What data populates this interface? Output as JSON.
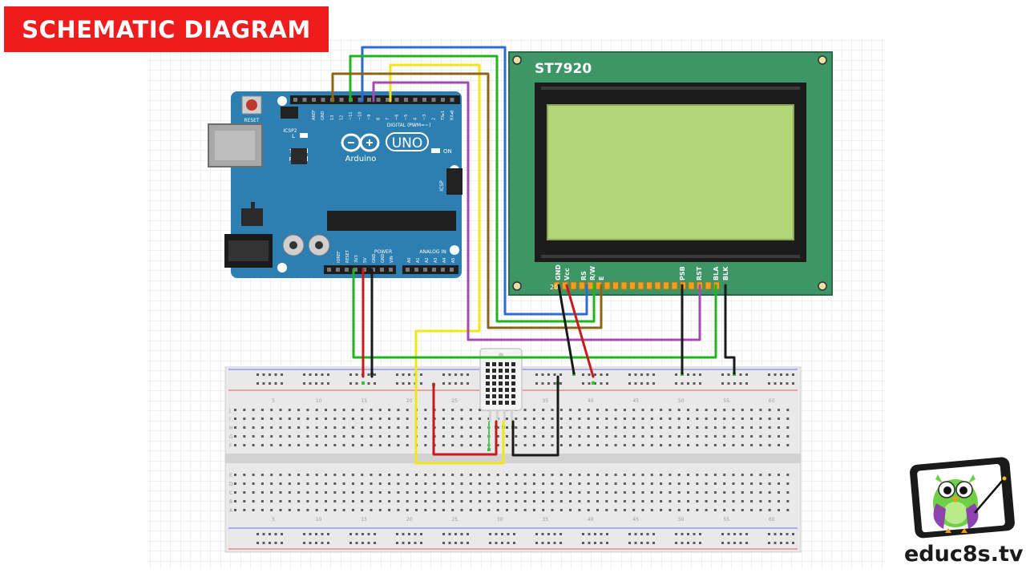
{
  "header": {
    "title": "SCHEMATIC DIAGRAM",
    "accent_color": "#ee1c1c"
  },
  "arduino": {
    "reset_label": "RESET",
    "icsp2_label": "ICSP2",
    "aref_label": "AREF",
    "gnd_label": "GND",
    "digital_pin_labels": [
      "13",
      "12",
      "~11",
      "~10",
      "~9",
      "8",
      "7",
      "~6",
      "~5",
      "4",
      "~3",
      "2",
      "TX▸1",
      "RX◂0"
    ],
    "digital_label": "DIGITAL (PWM=~)",
    "led_l": "L",
    "led_tx": "TX",
    "led_rx": "RX",
    "uno_label": "UNO",
    "brand_label": "Arduino",
    "on_label": "ON",
    "icsp_label": "ICSP",
    "power_label": "POWER",
    "power_pins": [
      "IOREF",
      "RESET",
      "3V3",
      "5V",
      "GND",
      "GND",
      "VIN"
    ],
    "analog_label": "ANALOG IN",
    "analog_pins": [
      "A0",
      "A1",
      "A2",
      "A3",
      "A4",
      "A5"
    ],
    "board_color": "#2c7fb0"
  },
  "lcd": {
    "name": "ST7920",
    "pin1_label": "20",
    "pin_labels": [
      "GND",
      "Vcc",
      "RS",
      "R/W",
      "E",
      "PSB",
      "RST",
      "BLA",
      "BLK"
    ],
    "pcb_color": "#3e9666",
    "screen_color": "#b2d57a"
  },
  "breadboard": {
    "column_numbers": [
      "5",
      "10",
      "15",
      "20",
      "25",
      "30",
      "35",
      "40",
      "45",
      "50",
      "55",
      "60"
    ],
    "row_letters_top": [
      "J",
      "I",
      "H",
      "G",
      "F"
    ],
    "row_letters_bottom": [
      "E",
      "D",
      "C",
      "B",
      "A"
    ]
  },
  "wires": {
    "colors": {
      "blue": "#2f6bd0",
      "green": "#1fb51f",
      "brown": "#8d6517",
      "yellow": "#f2e51a",
      "purple": "#a24bb2",
      "red": "#c8191d",
      "black": "#1a1a1a"
    }
  },
  "footer": {
    "brand": "educ8s.tv"
  }
}
